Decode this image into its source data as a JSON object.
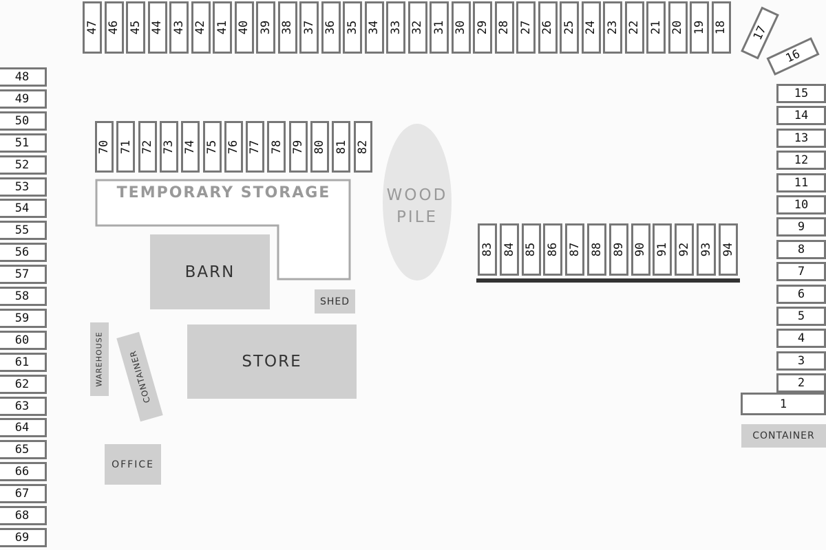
{
  "top_row": [
    "47",
    "46",
    "45",
    "44",
    "43",
    "42",
    "41",
    "40",
    "39",
    "38",
    "37",
    "36",
    "35",
    "34",
    "33",
    "32",
    "31",
    "30",
    "29",
    "28",
    "27",
    "26",
    "25",
    "24",
    "23",
    "22",
    "21",
    "20",
    "19",
    "18"
  ],
  "corner": [
    "17",
    "16"
  ],
  "right_column": [
    "15",
    "14",
    "13",
    "12",
    "11",
    "10",
    "9",
    "8",
    "7",
    "6",
    "5",
    "4",
    "3",
    "2"
  ],
  "stall_1": "1",
  "left_column": [
    "48",
    "49",
    "50",
    "51",
    "52",
    "53",
    "54",
    "55",
    "56",
    "57",
    "58",
    "59",
    "60",
    "61",
    "62",
    "63",
    "64",
    "65",
    "66",
    "67",
    "68",
    "69"
  ],
  "inner_row": [
    "70",
    "71",
    "72",
    "73",
    "74",
    "75",
    "76",
    "77",
    "78",
    "79",
    "80",
    "81",
    "82"
  ],
  "middle_row": [
    "83",
    "84",
    "85",
    "86",
    "87",
    "88",
    "89",
    "90",
    "91",
    "92",
    "93",
    "94"
  ],
  "labels": {
    "temporary_storage": "TEMPORARY STORAGE",
    "wood": "WOOD",
    "pile": "PILE",
    "barn": "BARN",
    "shed": "SHED",
    "store": "STORE",
    "warehouse": "WAREHOUSE",
    "container_left": "CONTAINER",
    "office": "OFFICE",
    "container_right": "CONTAINER"
  },
  "colors": {
    "stall_border": "#777777",
    "building_fill": "#cfcfcf",
    "outline": "#aaaaaa",
    "wood_pile": "#e6e6e6",
    "bar": "#333333"
  }
}
